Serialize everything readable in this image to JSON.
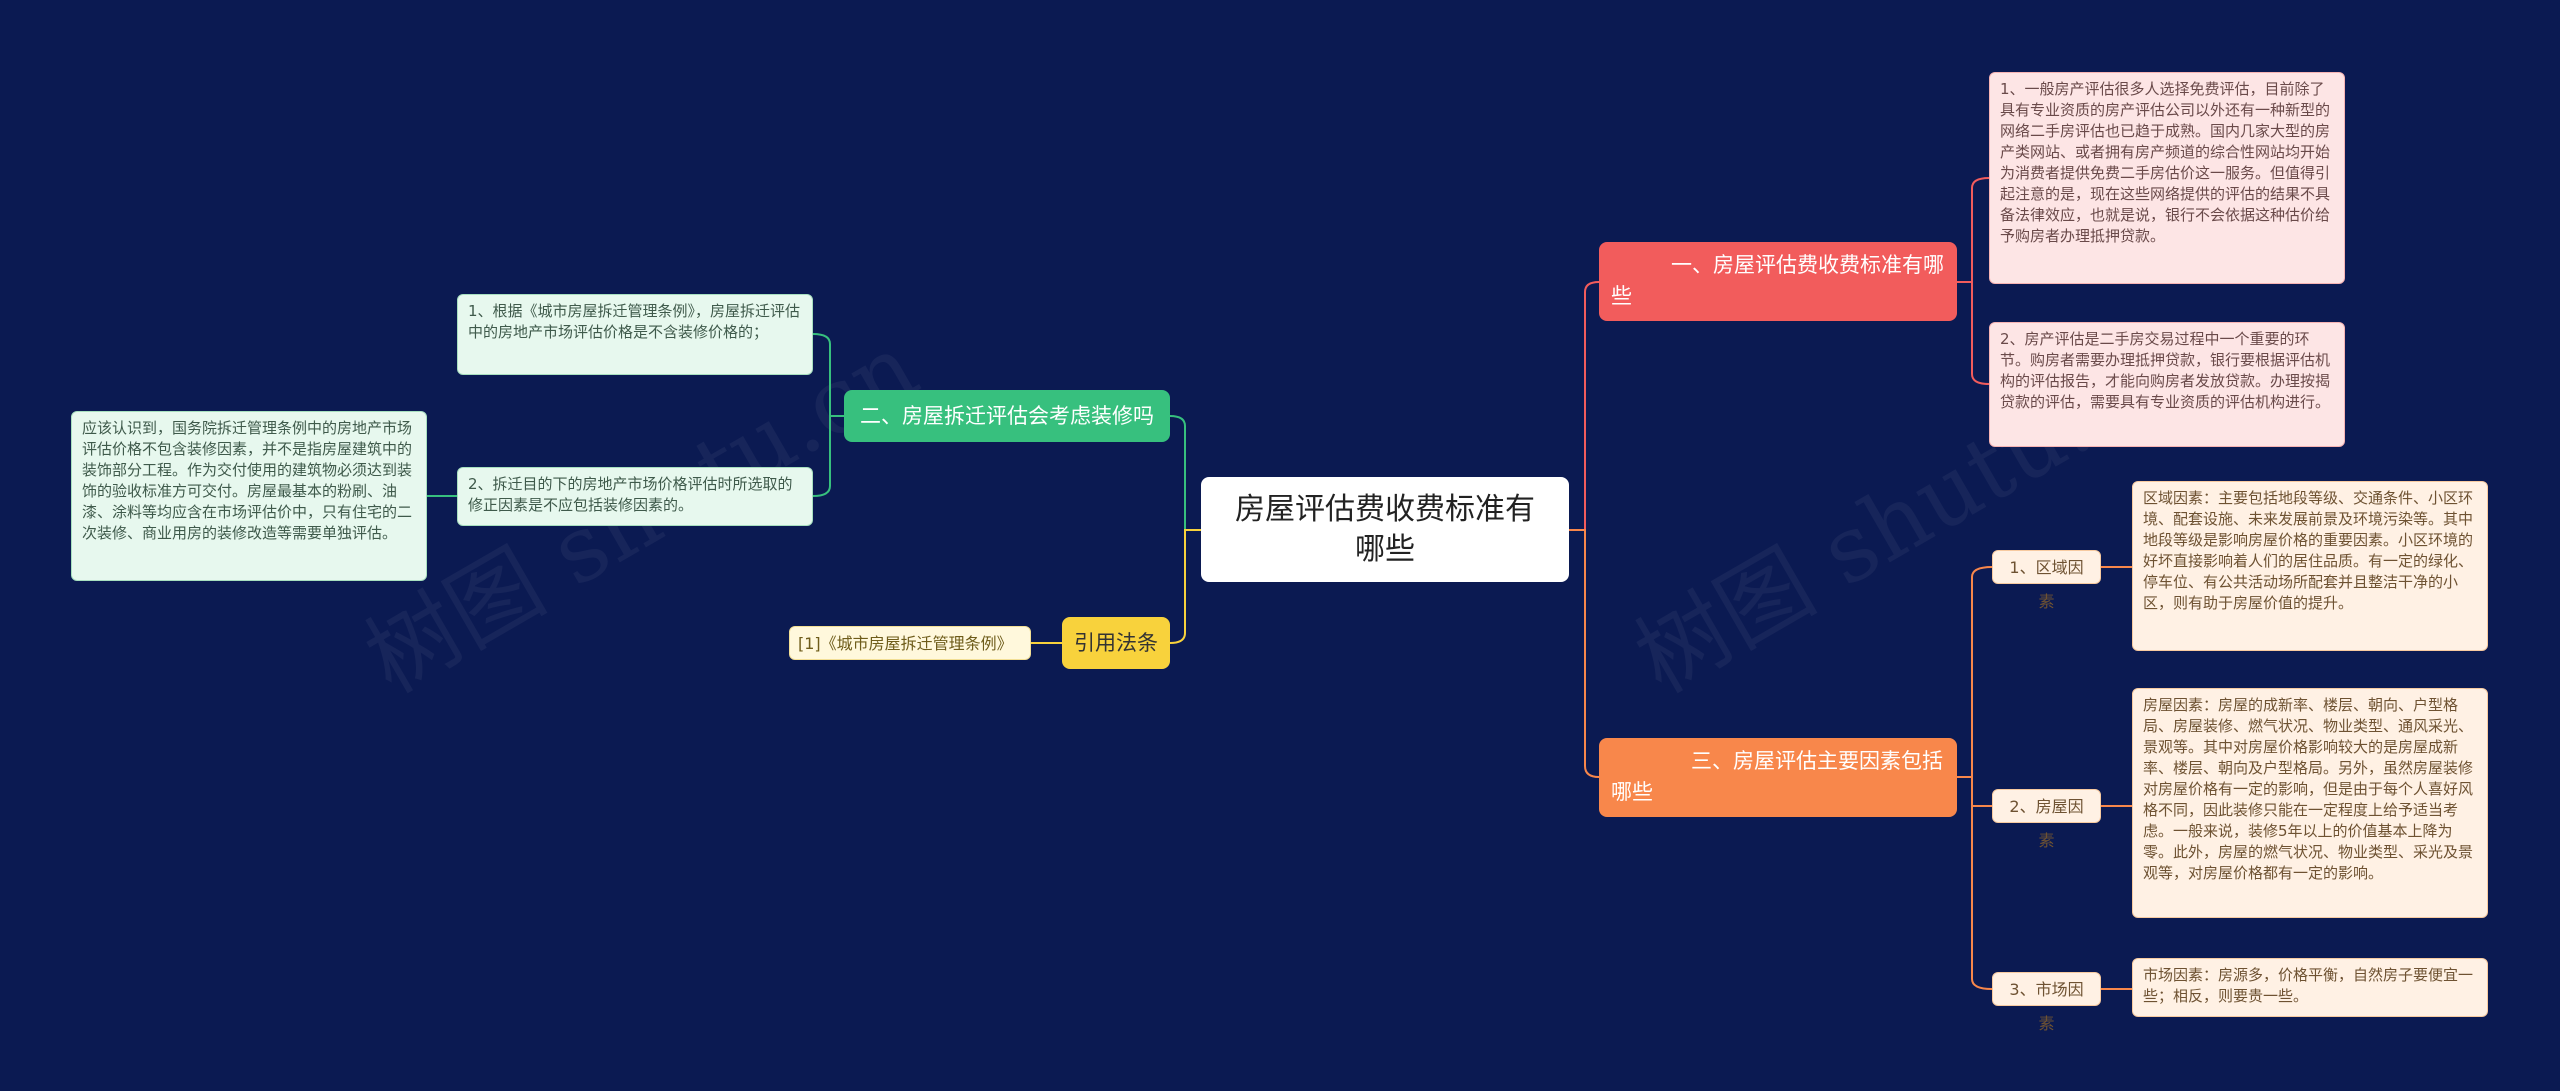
{
  "root": {
    "title": "房屋评估费收费标准有哪些"
  },
  "branch1": {
    "label": "一、房屋评估费收费标准有哪些",
    "leaves": [
      "1、一般房产评估很多人选择免费评估，目前除了具有专业资质的房产评估公司以外还有一种新型的网络二手房评估也已趋于成熟。国内几家大型的房产类网站、或者拥有房产频道的综合性网站均开始为消费者提供免费二手房估价这一服务。但值得引起注意的是，现在这些网络提供的评估的结果不具备法律效应，也就是说，银行不会依据这种估价给予购房者办理抵押贷款。",
      "2、房产评估是二手房交易过程中一个重要的环节。购房者需要办理抵押贷款，银行要根据评估机构的评估报告，才能向购房者发放贷款。办理按揭贷款的评估，需要具有专业资质的评估机构进行。"
    ]
  },
  "branch3": {
    "label": "三、房屋评估主要因素包括哪些",
    "subs": [
      {
        "label": "1、区域因素",
        "text": "区域因素：主要包括地段等级、交通条件、小区环境、配套设施、未来发展前景及环境污染等。其中地段等级是影响房屋价格的重要因素。小区环境的好坏直接影响着人们的居住品质。有一定的绿化、停车位、有公共活动场所配套并且整洁干净的小区，则有助于房屋价值的提升。"
      },
      {
        "label": "2、房屋因素",
        "text": "房屋因素：房屋的成新率、楼层、朝向、户型格局、房屋装修、燃气状况、物业类型、通风采光、景观等。其中对房屋价格影响较大的是房屋成新率、楼层、朝向及户型格局。另外，虽然房屋装修对房屋价格有一定的影响，但是由于每个人喜好风格不同，因此装修只能在一定程度上给予适当考虑。一般来说，装修5年以上的价值基本上降为零。此外，房屋的燃气状况、物业类型、采光及景观等，对房屋价格都有一定的影响。"
      },
      {
        "label": "3、市场因素",
        "text": "市场因素：房源多，价格平衡，自然房子要便宜一些；相反，则要贵一些。"
      }
    ]
  },
  "branch2": {
    "label": "二、房屋拆迁评估会考虑装修吗",
    "leaves": [
      "1、根据《城市房屋拆迁管理条例》，房屋拆迁评估中的房地产市场评估价格是不含装修价格的；",
      "2、拆迁目的下的房地产市场价格评估时所选取的修正因素是不应包括装修因素的。"
    ],
    "note": "应该认识到，国务院拆迁管理条例中的房地产市场评估价格不包含装修因素，并不是指房屋建筑中的装饰部分工程。作为交付使用的建筑物必须达到装饰的验收标准方可交付。房屋最基本的粉刷、油漆、涂料等均应含在市场评估价中，只有住宅的二次装修、商业用房的装修改造等需要单独评估。"
  },
  "branch4": {
    "label": "引用法条",
    "leaves": [
      "[1]《城市房屋拆迁管理条例》"
    ]
  },
  "watermark": "树图 shutu.cn",
  "colors": {
    "background": "#0b1a52",
    "branch1": "#f25c5c",
    "branch2": "#37c07e",
    "branch3": "#f8874b",
    "branch4": "#f8d23c"
  }
}
